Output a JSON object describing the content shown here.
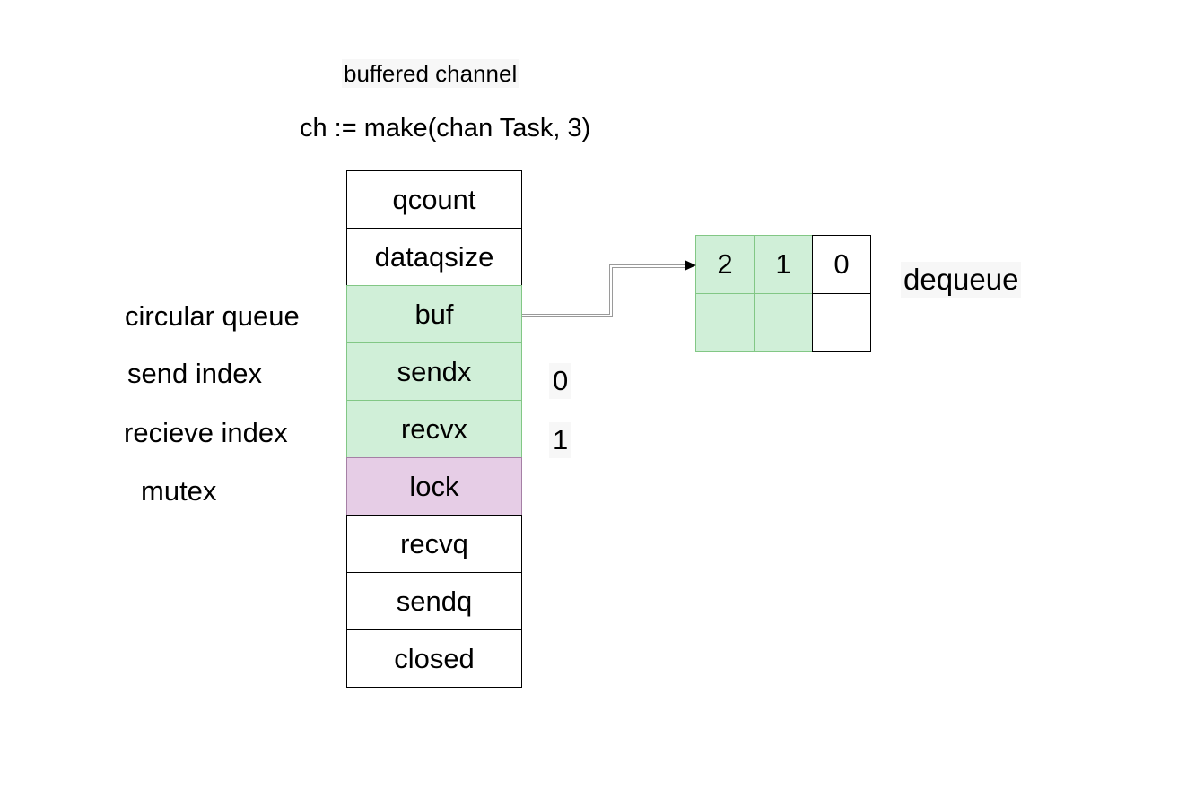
{
  "title": "buffered channel",
  "code": "ch := make(chan Task, 3)",
  "fields": {
    "qcount": "qcount",
    "dataqsize": "dataqsize",
    "buf": "buf",
    "sendx": "sendx",
    "recvx": "recvx",
    "lock": "lock",
    "recvq": "recvq",
    "sendq": "sendq",
    "closed": "closed"
  },
  "side_labels": {
    "buf": "circular queue",
    "sendx": "send index",
    "recvx": "recieve index",
    "lock": "mutex"
  },
  "index_values": {
    "sendx": "0",
    "recvx": "1"
  },
  "queue": {
    "top_row": [
      "2",
      "1",
      "0"
    ],
    "bottom_row": [
      "",
      "",
      ""
    ]
  },
  "dequeue_label": "dequeue",
  "colors": {
    "queue_fill": "#d0efd8",
    "queue_border": "#82c785",
    "lock_fill": "#e6cde6",
    "lock_border": "#a580a5"
  }
}
